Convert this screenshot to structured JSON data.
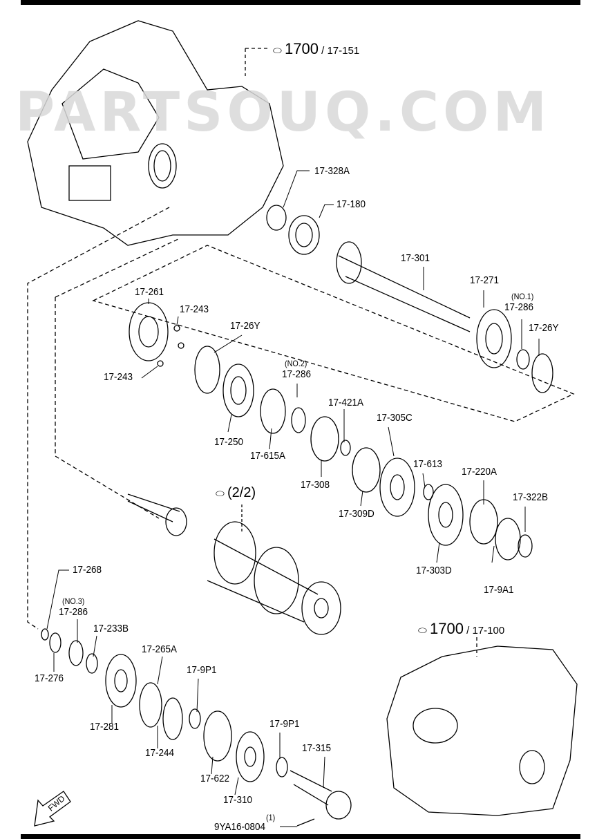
{
  "diagram": {
    "ref_top": {
      "main": "1700",
      "sub": "17-151"
    },
    "ref_bottom": {
      "main": "1700",
      "sub": "17-100"
    },
    "assembly_ref": "(2/2)",
    "watermark": "PARTSOUQ.COM",
    "fwd_label": "FWD",
    "parts": [
      {
        "id": "17-328A"
      },
      {
        "id": "17-180"
      },
      {
        "id": "17-301"
      },
      {
        "id": "17-271"
      },
      {
        "id": "17-286",
        "note": "(NO.1)"
      },
      {
        "id": "17-26Y"
      },
      {
        "id": "17-261"
      },
      {
        "id": "17-243"
      },
      {
        "id": "17-26Y"
      },
      {
        "id": "17-243"
      },
      {
        "id": "17-286",
        "note": "(NO.2)"
      },
      {
        "id": "17-421A"
      },
      {
        "id": "17-305C"
      },
      {
        "id": "17-250"
      },
      {
        "id": "17-615A"
      },
      {
        "id": "17-613"
      },
      {
        "id": "17-220A"
      },
      {
        "id": "17-322B"
      },
      {
        "id": "17-308"
      },
      {
        "id": "17-309D"
      },
      {
        "id": "17-303D"
      },
      {
        "id": "17-9A1"
      },
      {
        "id": "17-268"
      },
      {
        "id": "17-286",
        "note": "(NO.3)"
      },
      {
        "id": "17-233B"
      },
      {
        "id": "17-265A"
      },
      {
        "id": "17-276"
      },
      {
        "id": "17-9P1"
      },
      {
        "id": "17-281"
      },
      {
        "id": "17-244"
      },
      {
        "id": "17-9P1"
      },
      {
        "id": "17-315"
      },
      {
        "id": "17-622"
      },
      {
        "id": "17-310"
      },
      {
        "id": "9YA16-0804",
        "note": "(1)"
      }
    ]
  }
}
